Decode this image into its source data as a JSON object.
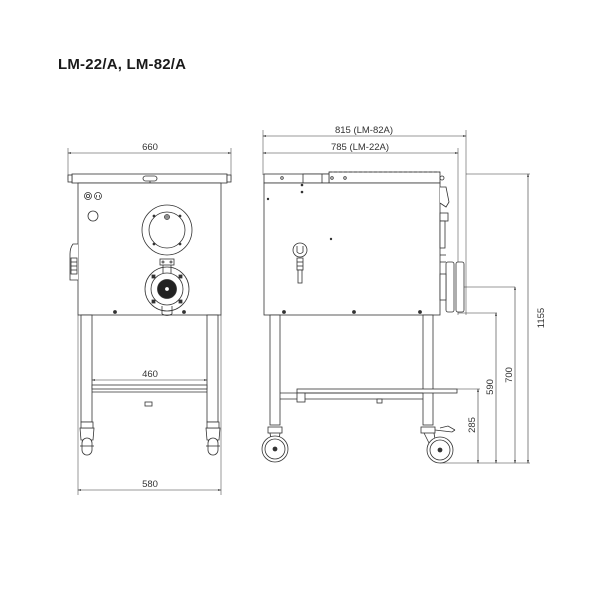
{
  "title": "LM-22/A, LM-82/A",
  "front_view": {
    "dimensions": {
      "top_width": "660",
      "inner_leg_span": "460",
      "base_width": "580"
    }
  },
  "side_view": {
    "dimensions": {
      "depth_lm82a": "815 (LM-82A)",
      "depth_lm22a": "785 (LM-22A)",
      "total_height": "1155",
      "outlet_height": "700",
      "body_bottom_height": "590",
      "shelf_height": "285"
    }
  },
  "colors": {
    "line": "#333333",
    "dim_line": "#555555",
    "fill": "#ffffff"
  }
}
